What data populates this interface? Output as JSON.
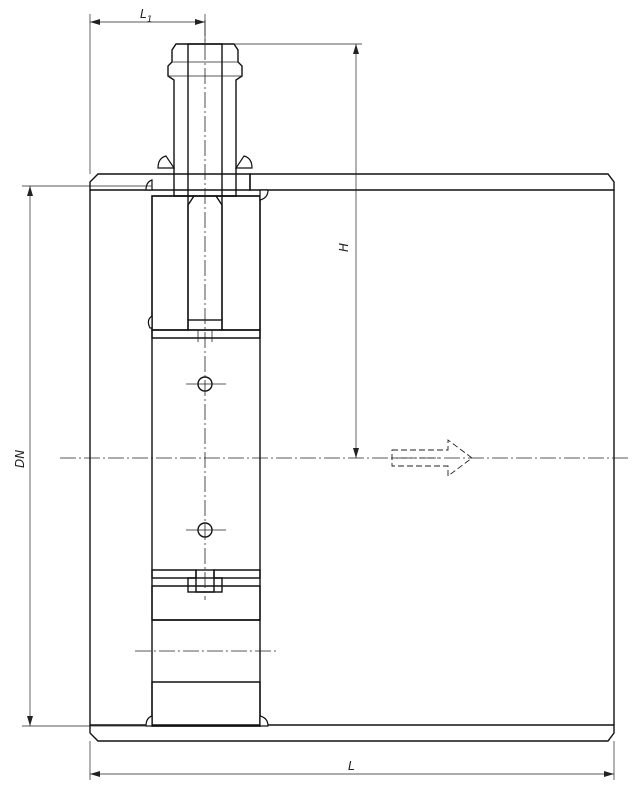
{
  "labels": {
    "l1": "L",
    "l1_sub": "1",
    "h": "H",
    "dn": "DN",
    "l": "L"
  }
}
